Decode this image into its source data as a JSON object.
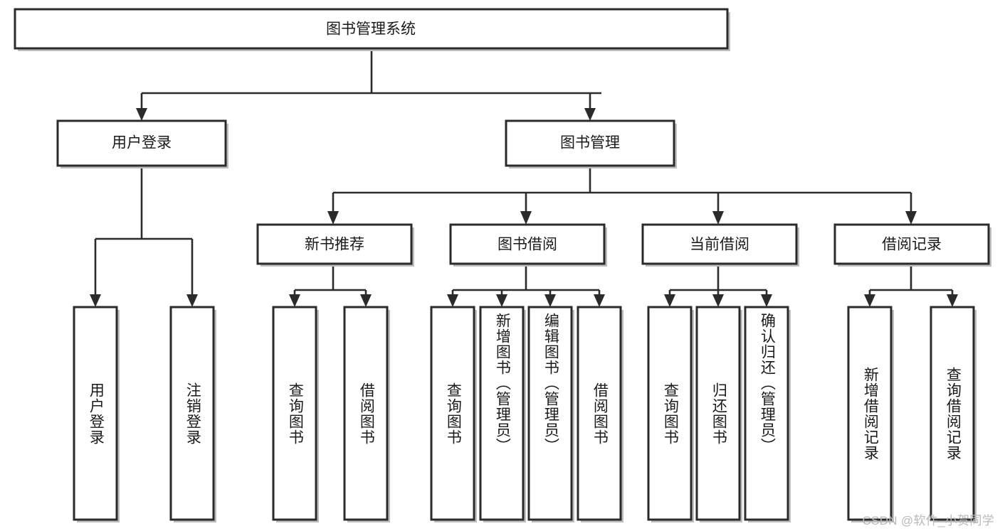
{
  "diagram": {
    "title": "图书管理系统",
    "watermark": "CSDN @软件_小贺同学",
    "root": {
      "id": "root",
      "label": "图书管理系统"
    },
    "level2": [
      {
        "id": "user-login",
        "label": "用户登录"
      },
      {
        "id": "book-management",
        "label": "图书管理"
      }
    ],
    "level3": [
      {
        "id": "new-book-recommend",
        "label": "新书推荐",
        "parent": "book-management"
      },
      {
        "id": "book-borrow",
        "label": "图书借阅",
        "parent": "book-management"
      },
      {
        "id": "current-borrow",
        "label": "当前借阅",
        "parent": "book-management"
      },
      {
        "id": "borrow-record",
        "label": "借阅记录",
        "parent": "book-management"
      }
    ],
    "leaves": {
      "user-login": [
        {
          "id": "leaf-user-login",
          "label": "用户登录"
        },
        {
          "id": "leaf-user-logout",
          "label": "注销登录"
        }
      ],
      "new-book-recommend": [
        {
          "id": "leaf-query-book-1",
          "label": "查询图书"
        },
        {
          "id": "leaf-borrow-book-1",
          "label": "借阅图书"
        }
      ],
      "book-borrow": [
        {
          "id": "leaf-query-book-2",
          "label": "查询图书"
        },
        {
          "id": "leaf-add-book",
          "label": "新增图书（管理员）"
        },
        {
          "id": "leaf-edit-book",
          "label": "编辑图书（管理员）"
        },
        {
          "id": "leaf-borrow-book-2",
          "label": "借阅图书"
        }
      ],
      "current-borrow": [
        {
          "id": "leaf-query-book-3",
          "label": "查询图书"
        },
        {
          "id": "leaf-return-book",
          "label": "归还图书"
        },
        {
          "id": "leaf-confirm-return",
          "label": "确认归还（管理员）"
        }
      ],
      "borrow-record": [
        {
          "id": "leaf-add-record",
          "label": "新增借阅记录"
        },
        {
          "id": "leaf-query-record",
          "label": "查询借阅记录"
        }
      ]
    },
    "colors": {
      "stroke": "#2b2b2b",
      "fill": "#ffffff",
      "text": "#1a1a1a",
      "watermark": "#b9b9b9"
    }
  }
}
